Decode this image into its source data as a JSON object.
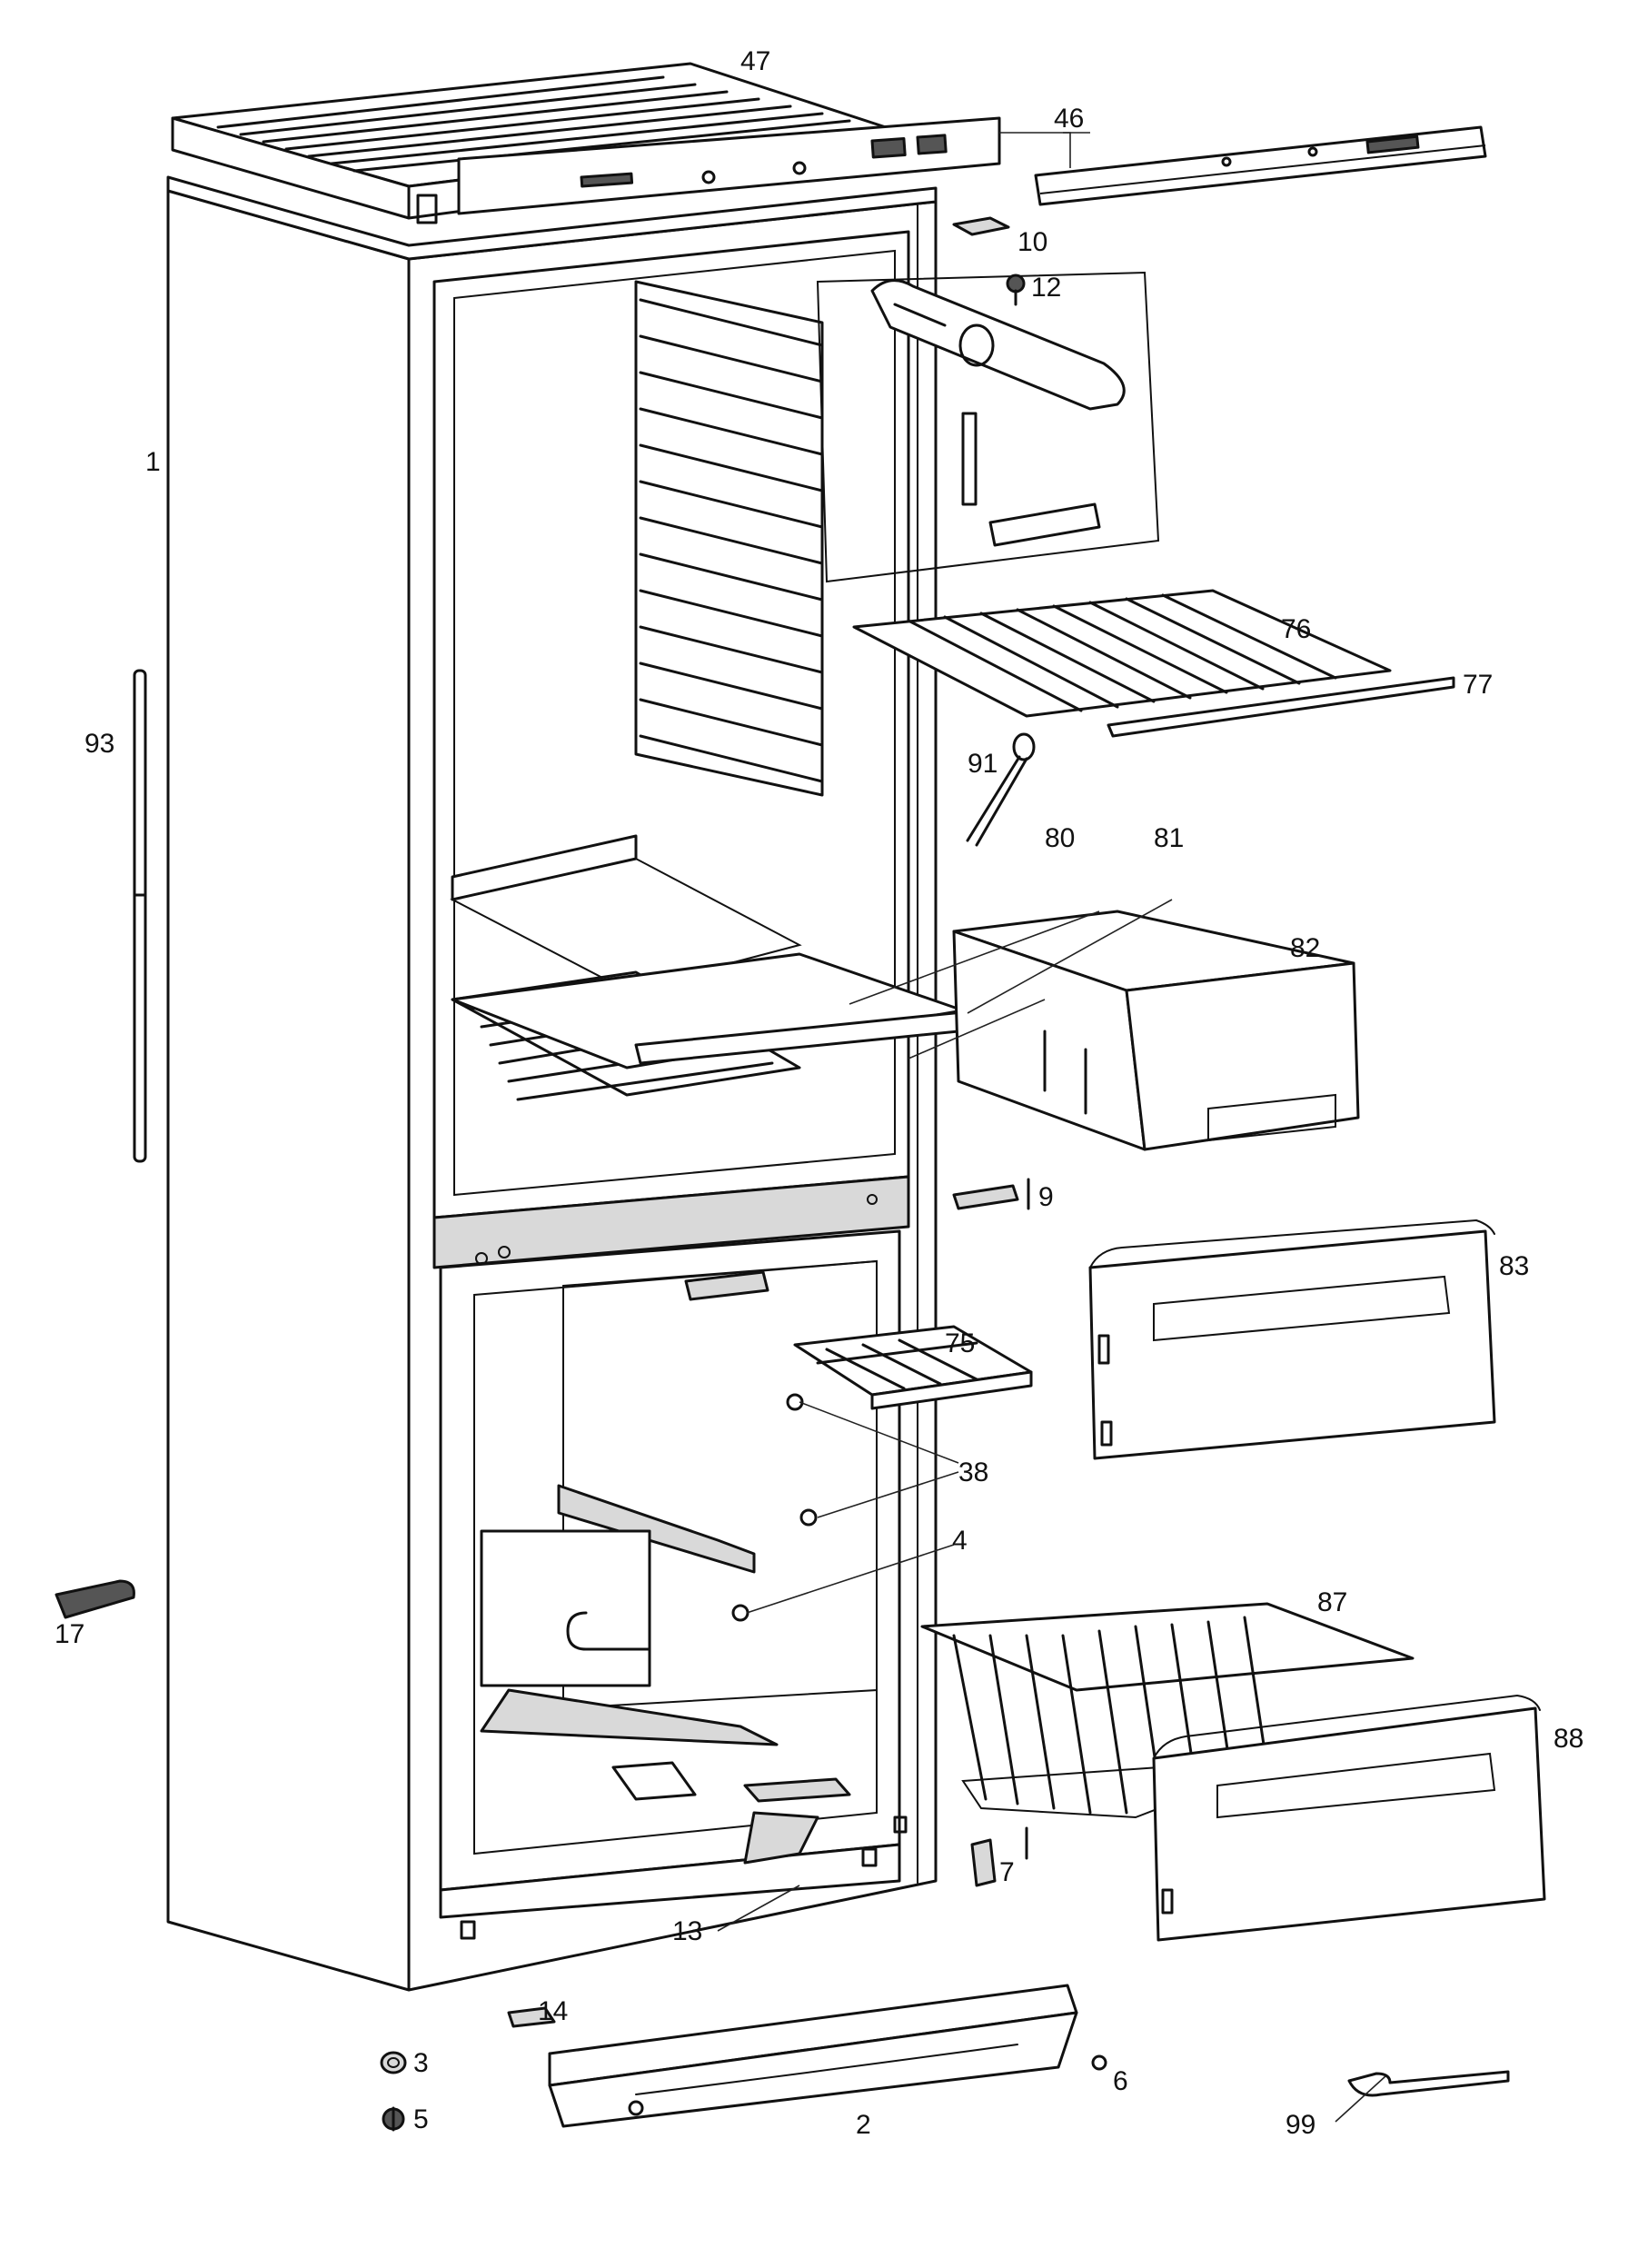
{
  "colors": {
    "line": "#111111",
    "background": "#ffffff",
    "shade": "#d9d9d9"
  },
  "callouts": [
    {
      "id": "1",
      "label": "1"
    },
    {
      "id": "2",
      "label": "2"
    },
    {
      "id": "3",
      "label": "3"
    },
    {
      "id": "4",
      "label": "4"
    },
    {
      "id": "5",
      "label": "5"
    },
    {
      "id": "6",
      "label": "6"
    },
    {
      "id": "7",
      "label": "7"
    },
    {
      "id": "9",
      "label": "9"
    },
    {
      "id": "10",
      "label": "10"
    },
    {
      "id": "12",
      "label": "12"
    },
    {
      "id": "13",
      "label": "13"
    },
    {
      "id": "14",
      "label": "14"
    },
    {
      "id": "17",
      "label": "17"
    },
    {
      "id": "38",
      "label": "38"
    },
    {
      "id": "46",
      "label": "46"
    },
    {
      "id": "47",
      "label": "47"
    },
    {
      "id": "75",
      "label": "75"
    },
    {
      "id": "76",
      "label": "76"
    },
    {
      "id": "77",
      "label": "77"
    },
    {
      "id": "80",
      "label": "80"
    },
    {
      "id": "81",
      "label": "81"
    },
    {
      "id": "82",
      "label": "82"
    },
    {
      "id": "83",
      "label": "83"
    },
    {
      "id": "87",
      "label": "87"
    },
    {
      "id": "88",
      "label": "88"
    },
    {
      "id": "91",
      "label": "91"
    },
    {
      "id": "93",
      "label": "93"
    },
    {
      "id": "99",
      "label": "99"
    }
  ]
}
